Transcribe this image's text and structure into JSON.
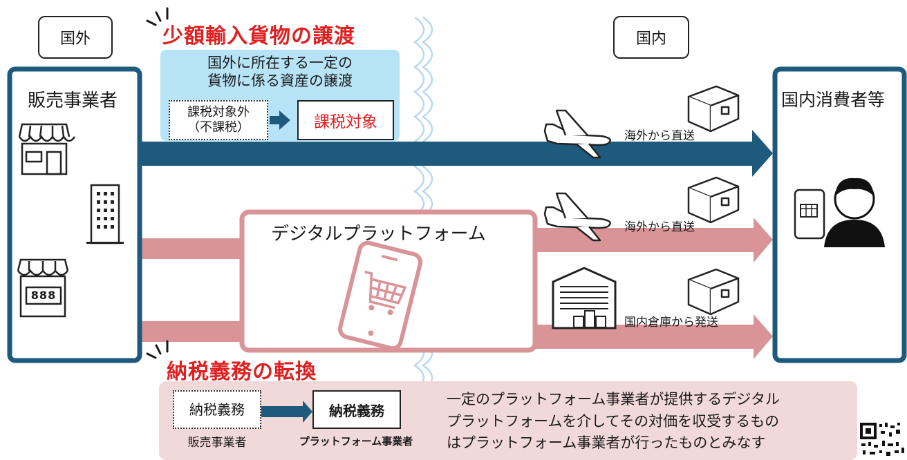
{
  "regions": {
    "overseas": "国外",
    "domestic": "国内"
  },
  "seller": {
    "label": "販売事業者"
  },
  "consumer": {
    "label": "国内消費者等"
  },
  "platform": {
    "label": "デジタルプラットフォーム"
  },
  "transfer": {
    "title": "少額輸入貨物の譲渡",
    "description_line1": "国外に所在する一定の",
    "description_line2": "貨物に係る資産の譲渡",
    "before_line1": "課税対象外",
    "before_line2": "（不課税）",
    "after": "課税対象"
  },
  "routes": {
    "direct_1": "海外から直送",
    "direct_2": "海外から直送",
    "warehouse": "国内倉庫から発送"
  },
  "obligation": {
    "title": "納税義務の転換",
    "from_box": "納税義務",
    "from_caption": "販売事業者",
    "to_box": "納税義務",
    "to_caption": "プラットフォーム事業者",
    "note_line1": "一定のプラットフォーム事業者が提供するデジタル",
    "note_line2": "プラットフォームを介してその対価を収受するもの",
    "note_line3": "はプラットフォーム事業者が行ったものとみなす"
  },
  "store_sign": "888",
  "colors": {
    "navy": "#1e5a7c",
    "pink": "#d99497",
    "pink_light": "#f2d9d9",
    "light_blue": "#b6e3f5",
    "red": "#e02020"
  },
  "icons": [
    "store-icon",
    "building-icon",
    "shop-icon",
    "smartphone-cart-icon",
    "airplane-icon",
    "package-icon",
    "warehouse-icon",
    "consumer-icon",
    "qr-code-icon"
  ]
}
